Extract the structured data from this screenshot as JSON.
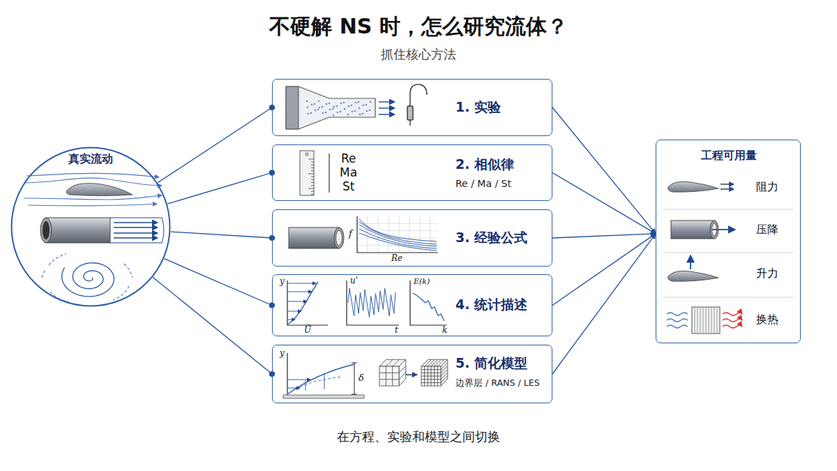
{
  "diagram": {
    "title": "不硬解 NS 时，怎么研究流体？",
    "caption": "在方程、实验和模型之间切换",
    "nodes": [
      {
        "text": [
          "真实流动"
        ]
      },
      {
        "text": [
          "1. 实验"
        ]
      },
      {
        "text": [
          "2. 相似律",
          "Re / Ma / St"
        ]
      },
      {
        "text": [
          "3. 经验公式"
        ]
      },
      {
        "text": [
          "4. 统计描述"
        ]
      },
      {
        "text": [
          "5. 简化模型",
          "边界层 / RANS / LES"
        ]
      },
      {
        "text": [
          "工程可用量",
          "阻力",
          "压降",
          "升力",
          "换热"
        ]
      }
    ],
    "edges": [
      {
        "from": 0,
        "to": 1,
        "arrow": "to"
      },
      {
        "from": 0,
        "to": 2,
        "arrow": "to"
      },
      {
        "from": 0,
        "to": 3,
        "arrow": "to"
      },
      {
        "from": 0,
        "to": 4,
        "arrow": "to"
      },
      {
        "from": 0,
        "to": 5,
        "arrow": "to"
      },
      {
        "from": 1,
        "to": 6,
        "arrow": "to"
      },
      {
        "from": 2,
        "to": 6,
        "arrow": "to"
      },
      {
        "from": 3,
        "to": 6,
        "arrow": "to"
      },
      {
        "from": 4,
        "to": 6,
        "arrow": "to"
      },
      {
        "from": 5,
        "to": 6,
        "arrow": "to"
      }
    ],
    "labels": [
      "抓住核心方法",
      "Re",
      "Ma",
      "St",
      "f",
      "Re",
      "y",
      "Ū",
      "u'",
      "t",
      "E(k)",
      "k",
      "y",
      "δ"
    ]
  }
}
